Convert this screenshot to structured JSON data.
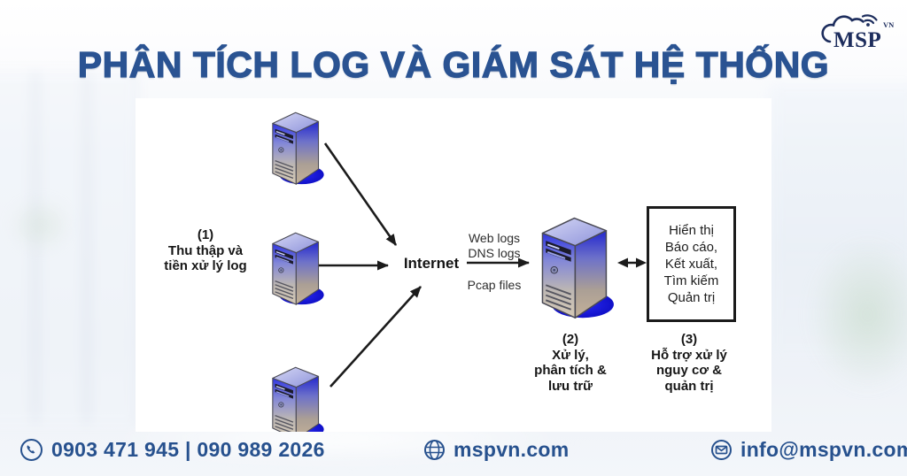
{
  "header": {
    "title": "PHÂN TÍCH LOG VÀ GIÁM SÁT HỆ THỐNG",
    "logo_brand": "MSP",
    "logo_region": "VN"
  },
  "diagram": {
    "step1": {
      "num": "(1)",
      "lines": [
        "Thu thập và",
        "tiền xử lý log"
      ]
    },
    "internet_label": "Internet",
    "input_labels": {
      "top": [
        "Web logs",
        "DNS logs"
      ],
      "bottom": "Pcap files"
    },
    "output_box_lines": [
      "Hiển thị",
      "Báo cáo,",
      "Kết xuất,",
      "Tìm kiếm",
      "Quản trị"
    ],
    "step2": {
      "num": "(2)",
      "lines": [
        "Xử lý,",
        "phân tích &",
        "lưu trữ"
      ]
    },
    "step3": {
      "num": "(3)",
      "lines": [
        "Hỗ trợ xử lý",
        "nguy cơ &",
        "quản trị"
      ]
    }
  },
  "footer": {
    "phone": "0903 471 945 | 090 989 2026",
    "website": "mspvn.com",
    "email": "info@mspvn.com"
  },
  "colors": {
    "title_blue": "#2a5392",
    "footer_blue": "#27518e",
    "logo_navy": "#1d2d5d",
    "diagram_ink": "#1b1b1b",
    "server_shadow_blue": "#1b1be4"
  }
}
